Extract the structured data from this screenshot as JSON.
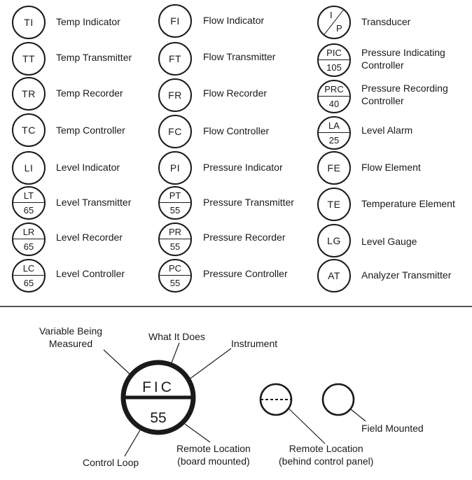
{
  "legend": [
    {
      "id": "ti",
      "top": "TI",
      "label": "Temp Indicator"
    },
    {
      "id": "tt",
      "top": "TT",
      "label": "Temp Transmitter"
    },
    {
      "id": "tr",
      "top": "TR",
      "label": "Temp Recorder"
    },
    {
      "id": "tc",
      "top": "TC",
      "label": "Temp Controller"
    },
    {
      "id": "li",
      "top": "LI",
      "label": "Level Indicator"
    },
    {
      "id": "lt",
      "top": "LT",
      "bottom": "65",
      "label": "Level Transmitter"
    },
    {
      "id": "lr",
      "top": "LR",
      "bottom": "65",
      "label": "Level Recorder"
    },
    {
      "id": "lc",
      "top": "LC",
      "bottom": "65",
      "label": "Level Controller"
    },
    {
      "id": "fi",
      "top": "FI",
      "label": "Flow Indicator"
    },
    {
      "id": "ft",
      "top": "FT",
      "label": "Flow Transmitter"
    },
    {
      "id": "fr",
      "top": "FR",
      "label": "Flow Recorder"
    },
    {
      "id": "fc",
      "top": "FC",
      "label": "Flow Controller"
    },
    {
      "id": "pi",
      "top": "PI",
      "label": "Pressure Indicator"
    },
    {
      "id": "pt",
      "top": "PT",
      "bottom": "55",
      "label": "Pressure Transmitter"
    },
    {
      "id": "pr",
      "top": "PR",
      "bottom": "55",
      "label": "Pressure Recorder"
    },
    {
      "id": "pc",
      "top": "PC",
      "bottom": "55",
      "label": "Pressure Controller"
    },
    {
      "id": "ip",
      "top": "I",
      "bottom": "P",
      "label": "Transducer"
    },
    {
      "id": "pic",
      "top": "PIC",
      "bottom": "105",
      "label": "Pressure Indicating\nController"
    },
    {
      "id": "prc",
      "top": "PRC",
      "bottom": "40",
      "label": "Pressure Recording\nController"
    },
    {
      "id": "la",
      "top": "LA",
      "bottom": "25",
      "label": "Level Alarm"
    },
    {
      "id": "fe",
      "top": "FE",
      "label": "Flow Element"
    },
    {
      "id": "te",
      "top": "TE",
      "label": "Temperature Element"
    },
    {
      "id": "lg",
      "top": "LG",
      "label": "Level Gauge"
    },
    {
      "id": "at",
      "top": "AT",
      "label": "Analyzer Transmitter"
    }
  ],
  "callout": {
    "symbol_letters": "FIC",
    "symbol_number": "55",
    "variable": "Variable Being\nMeasured",
    "what_it_does": "What It Does",
    "instrument": "Instrument",
    "remote_board": "Remote Location\n(board mounted)",
    "control_loop": "Control Loop",
    "remote_panel": "Remote Location\n(behind control panel)",
    "field_mounted": "Field Mounted"
  }
}
